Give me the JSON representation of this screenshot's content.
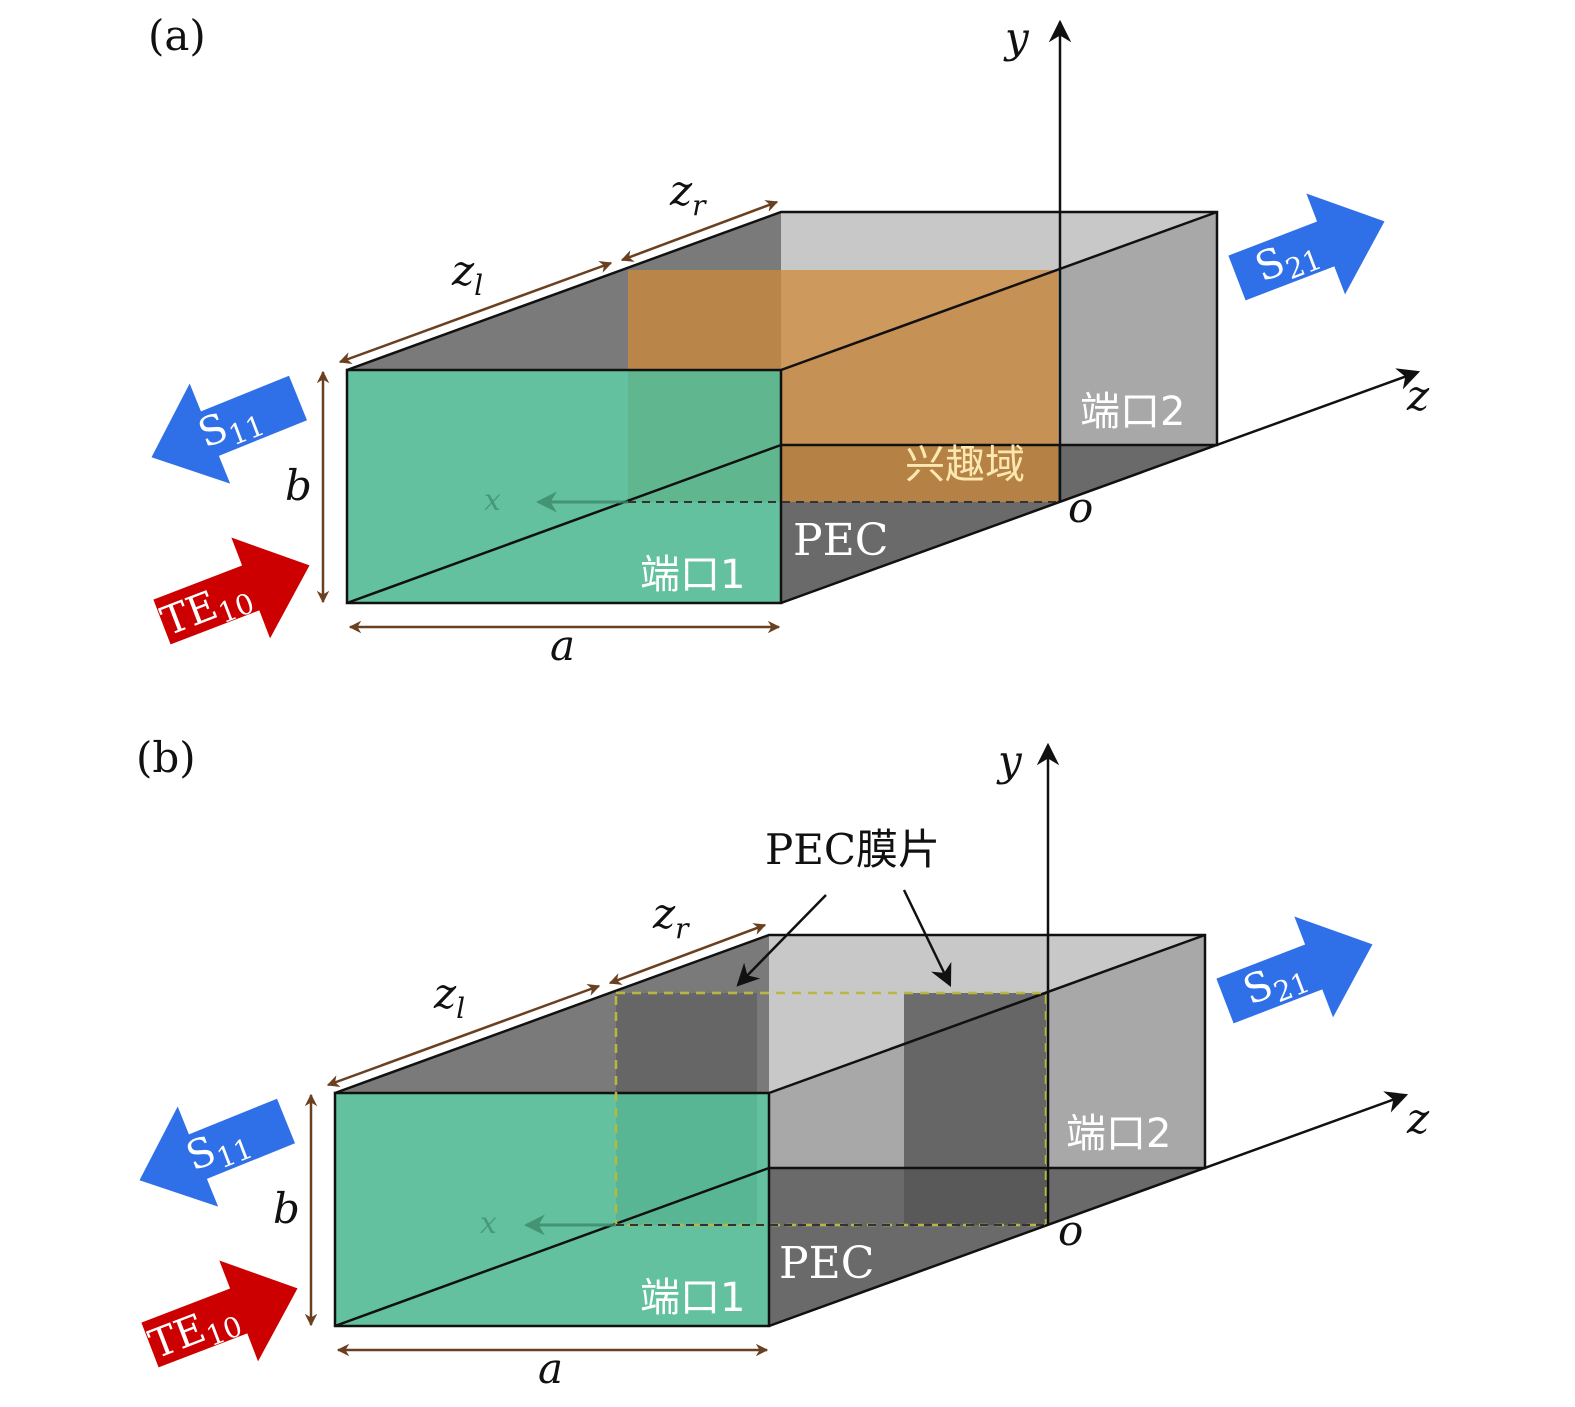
{
  "colors": {
    "port1_face": "#4fb893",
    "roi": "#d08a3a",
    "wall_light": "#c8c8c8",
    "wall_dark": "#7a7a7a",
    "floor": "#6a6a6a",
    "s_arrow": "#2f6fe8",
    "te_arrow": "#cc0000",
    "dim": "#6b4020",
    "film": "#555555"
  },
  "panels": [
    {
      "label": "(a)",
      "axis_y": "y",
      "axis_z": "z",
      "axis_x": "x",
      "origin": "o",
      "dim_a": "a",
      "dim_b": "b",
      "dim_zl": "z",
      "dim_zl_sub": "l",
      "dim_zr": "z",
      "dim_zr_sub": "r",
      "port1": "端口1",
      "port2": "端口2",
      "pec": "PEC",
      "roi": "兴趣域",
      "s11": "S",
      "s11_sub": "11",
      "s21": "S",
      "s21_sub": "21",
      "te": "TE",
      "te_sub": "10"
    },
    {
      "label": "(b)",
      "axis_y": "y",
      "axis_z": "z",
      "axis_x": "x",
      "origin": "o",
      "dim_a": "a",
      "dim_b": "b",
      "dim_zl": "z",
      "dim_zl_sub": "l",
      "dim_zr": "z",
      "dim_zr_sub": "r",
      "port1": "端口1",
      "port2": "端口2",
      "pec": "PEC",
      "film_label": "PEC膜片",
      "s11": "S",
      "s11_sub": "11",
      "s21": "S",
      "s21_sub": "21",
      "te": "TE",
      "te_sub": "10"
    }
  ]
}
